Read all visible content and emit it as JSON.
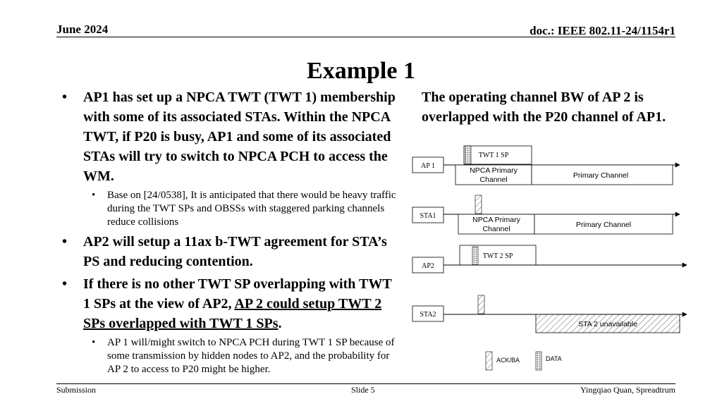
{
  "header": {
    "date": "June 2024",
    "doc": "doc.: IEEE 802.11-24/1154r1"
  },
  "title": "Example 1",
  "bullets": {
    "b1": "AP1 has set up a NPCA TWT (TWT 1) membership with some of its associated STAs. Within the NPCA TWT, if P20 is busy, AP1 and some of its associated STAs will try to switch to NPCA PCH to access the WM.",
    "b1_sub": "Base on [24/0538], It is anticipated that there would be heavy traffic during the TWT SPs and OBSSs with staggered parking channels reduce collisions",
    "b2": "AP2 will setup a 11ax b-TWT agreement for STA’s PS and reducing contention.",
    "b3_start": "If there is no other TWT SP overlapping with TWT 1 SPs at the view of AP2, ",
    "b3_underlined": "AP 2 could setup TWT 2 SPs overlapped with TWT 1 SPs",
    "b3_end": ".",
    "b3_sub": "AP 1 will/might switch to NPCA PCH during TWT 1 SP because of some transmission by hidden nodes to AP2, and the probability for AP 2 to access to P20 might be higher."
  },
  "right_text": "The operating channel BW of AP 2 is overlapped with the P20 channel of AP1.",
  "diagram": {
    "ap1_label": "AP 1",
    "twt1_sp": "TWT 1 SP",
    "npca_primary_line1": "NPCA Primary",
    "npca_primary_line2": "Channel",
    "primary_channel": "Primary Channel",
    "sta1_label": "STA1",
    "twt2_sp": "TWT 2 SP",
    "ap2_label": "AP2",
    "sta2_label": "STA2",
    "sta2_unavailable": "STA 2 unavailable",
    "legend_ack": "ACK/BA",
    "legend_data": "DATA"
  },
  "footer": {
    "left": "Submission",
    "center": "Slide 5",
    "right": "Yingqiao Quan, Spreadtrum"
  }
}
